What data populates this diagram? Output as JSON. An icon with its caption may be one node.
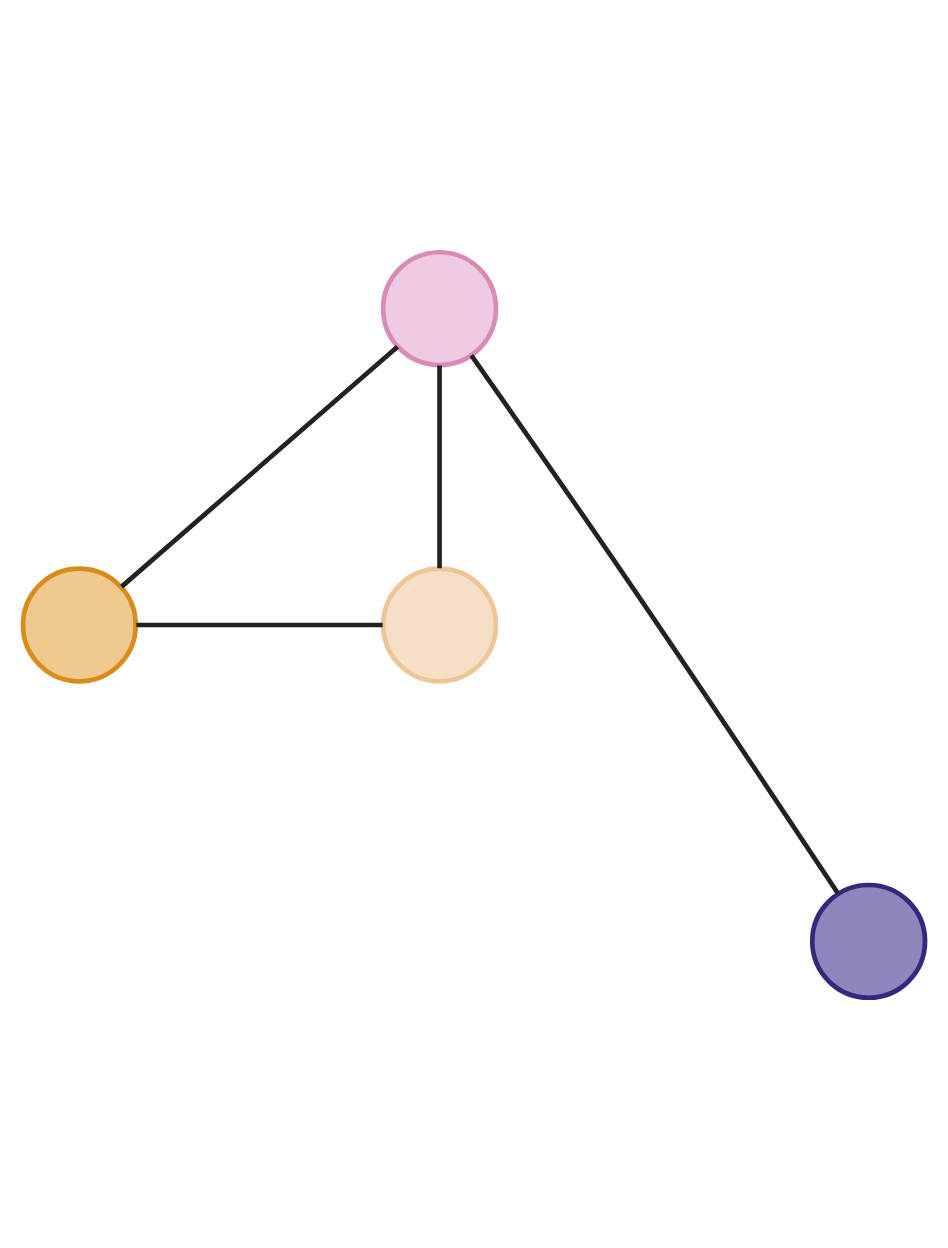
{
  "diagram": {
    "nodes": [
      {
        "text": [],
        "shape": "circle"
      },
      {
        "text": [],
        "shape": "circle"
      },
      {
        "text": [],
        "shape": "circle"
      },
      {
        "text": [],
        "shape": "circle"
      }
    ],
    "edges": [
      {
        "from": 0,
        "to": 1,
        "arrow": "none"
      },
      {
        "from": 0,
        "to": 2,
        "arrow": "none"
      },
      {
        "from": 0,
        "to": 3,
        "arrow": "none"
      },
      {
        "from": 1,
        "to": 2,
        "arrow": "none"
      }
    ]
  }
}
